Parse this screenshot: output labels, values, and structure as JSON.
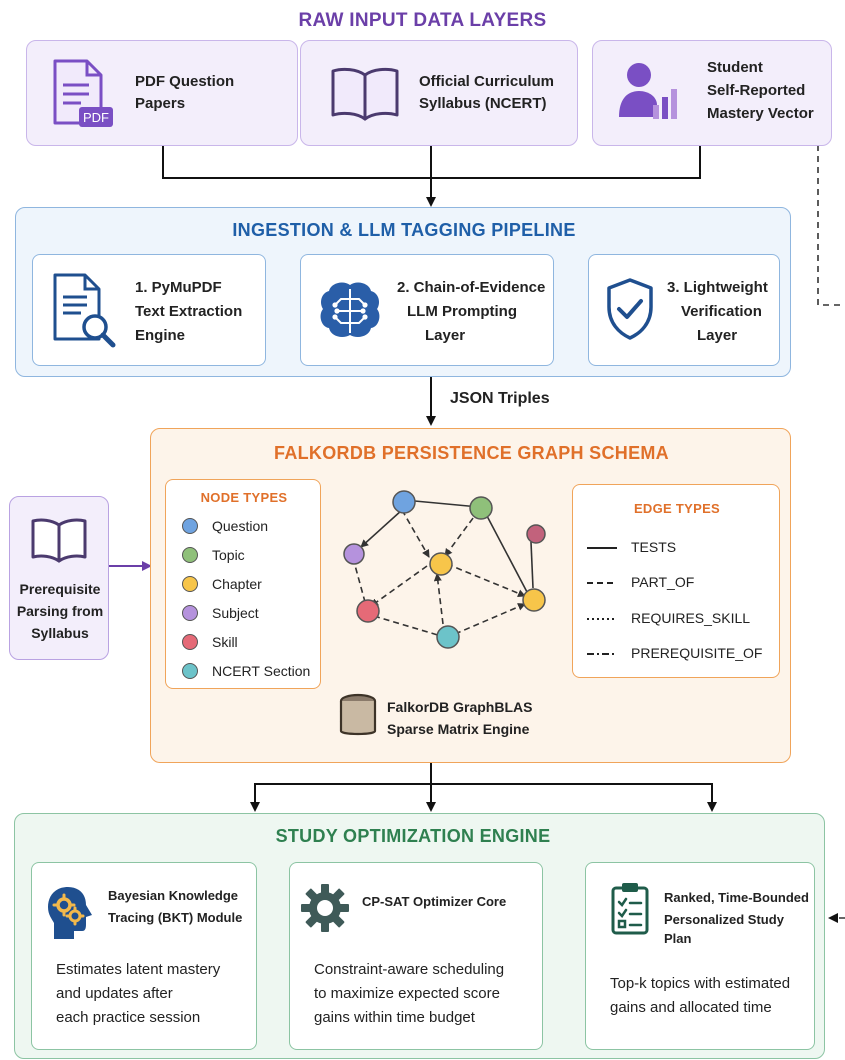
{
  "raw": {
    "title": "RAW INPUT DATA LAYERS",
    "pdf_badge": "PDF",
    "items": [
      {
        "label": "PDF Question Papers",
        "lines": [
          "PDF Question",
          "Papers"
        ],
        "icon": "pdf-document-icon"
      },
      {
        "label": "Official Curriculum Syllabus (NCERT)",
        "lines": [
          "Official Curriculum",
          "Syllabus (NCERT)"
        ],
        "icon": "open-book-icon"
      },
      {
        "label": "Student Self-Reported Mastery Vector",
        "lines": [
          "Student",
          "Self-Reported",
          "Mastery Vector"
        ],
        "icon": "student-chart-icon"
      }
    ]
  },
  "ingestion": {
    "title": "INGESTION & LLM TAGGING PIPELINE",
    "steps": [
      {
        "lines": [
          "1. PyMuPDF",
          "Text Extraction",
          "Engine"
        ],
        "icon": "document-search-icon"
      },
      {
        "lines": [
          "2. Chain-of-Evidence",
          "LLM Prompting",
          "Layer"
        ],
        "icon": "brain-circuit-icon"
      },
      {
        "lines": [
          "3. Lightweight",
          "Verification",
          "Layer"
        ],
        "icon": "shield-check-icon"
      }
    ],
    "output_label": "JSON Triples"
  },
  "prereq": {
    "lines": [
      "Prerequisite",
      "Parsing from",
      "Syllabus"
    ],
    "icon": "open-book-icon"
  },
  "falkor": {
    "title": "FALKORDB PERSISTENCE GRAPH SCHEMA",
    "node_types_title": "NODE TYPES",
    "node_types": [
      {
        "label": "Question",
        "color": "#6fa3e0"
      },
      {
        "label": "Topic",
        "color": "#8fc07a"
      },
      {
        "label": "Chapter",
        "color": "#f7c54a"
      },
      {
        "label": "Subject",
        "color": "#b592dd"
      },
      {
        "label": "Skill",
        "color": "#e56a77"
      },
      {
        "label": "NCERT Section",
        "color": "#6cc3c9"
      }
    ],
    "edge_types_title": "EDGE TYPES",
    "edge_types": [
      {
        "label": "TESTS",
        "dash": "solid"
      },
      {
        "label": "PART_OF",
        "dash": "dashed"
      },
      {
        "label": "REQUIRES_SKILL",
        "dash": "dotted"
      },
      {
        "label": "PREREQUISITE_OF",
        "dash": "dash-dot"
      }
    ],
    "engine_lines": [
      "FalkorDB GraphBLAS",
      "Sparse Matrix Engine"
    ],
    "engine_icon": "database-icon",
    "extra_color": "#c2627c"
  },
  "study": {
    "title": "STUDY OPTIMIZATION ENGINE",
    "modules": [
      {
        "title_lines": [
          "Bayesian Knowledge",
          "Tracing (BKT) Module"
        ],
        "desc_lines": [
          "Estimates latent mastery",
          "and updates after",
          "each practice session"
        ],
        "icon": "head-gears-icon"
      },
      {
        "title_lines": [
          "CP-SAT Optimizer Core"
        ],
        "desc_lines": [
          "Constraint-aware scheduling",
          "to maximize expected score",
          "gains within time budget"
        ],
        "icon": "gear-icon"
      },
      {
        "title_lines": [
          "Ranked, Time-Bounded",
          "Personalized Study Plan"
        ],
        "desc_lines": [
          "Top-k topics with estimated",
          "gains and allocated time"
        ],
        "icon": "clipboard-checklist-icon"
      }
    ]
  },
  "colors": {
    "purple": "#6b3fa8",
    "blue": "#1f5fa8",
    "orange": "#e0702a",
    "green": "#2f8050",
    "icon_purple": "#7a4fc4",
    "icon_blue": "#1f4f8f"
  }
}
